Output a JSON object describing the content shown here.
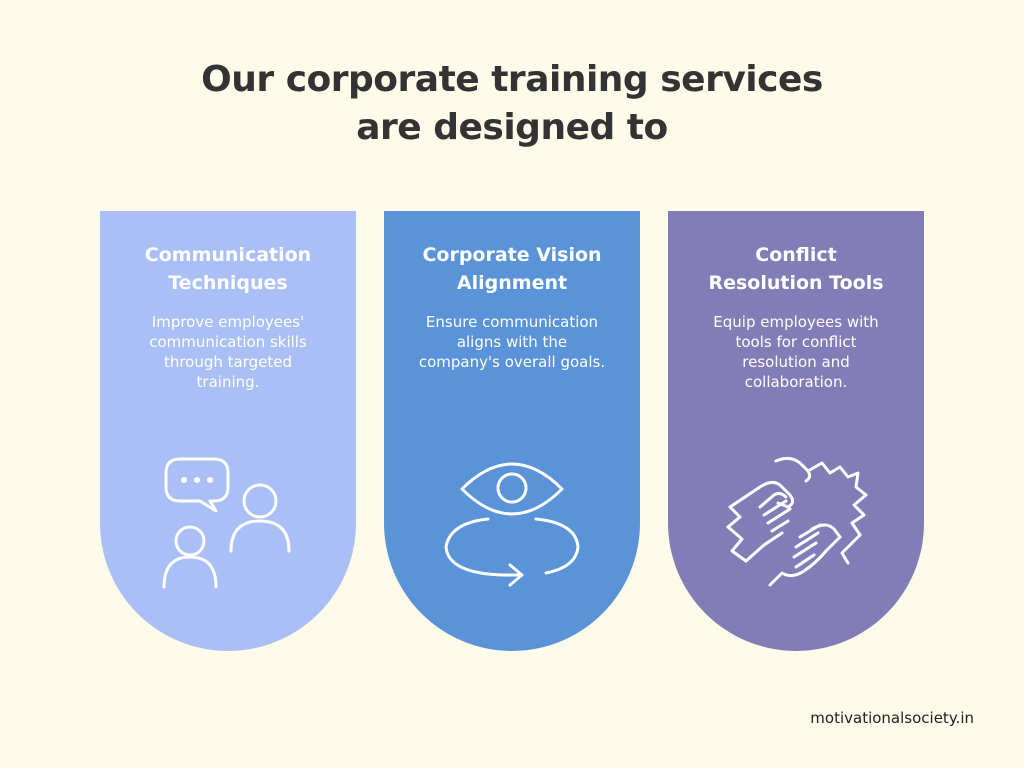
{
  "title": {
    "line1": "Our corporate training services",
    "line2": "are designed to"
  },
  "cards": [
    {
      "title_line1": "Communication",
      "title_line2": "Techniques",
      "desc_lines": [
        "Improve employees'",
        "communication skills",
        "through targeted",
        "training."
      ],
      "color": "#a9bff5",
      "icon": "speech-bubble-people-icon"
    },
    {
      "title_line1": "Corporate Vision",
      "title_line2": "Alignment",
      "desc_lines": [
        "Ensure communication",
        "aligns with the",
        "company's overall goals."
      ],
      "color": "#5a93d8",
      "icon": "eye-cycle-icon"
    },
    {
      "title_line1": "Conflict",
      "title_line2": "Resolution Tools",
      "desc_lines": [
        "Equip employees with",
        "tools for conflict",
        "resolution and",
        "collaboration."
      ],
      "color": "#827db7",
      "icon": "handshake-puzzle-icon"
    }
  ],
  "footer": {
    "text": "motivationalsociety.in"
  }
}
